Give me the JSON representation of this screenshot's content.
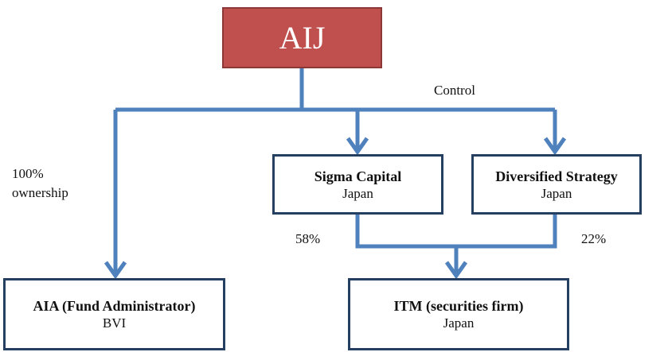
{
  "diagram": {
    "root": {
      "title": "AIJ"
    },
    "nodes": {
      "sigma": {
        "title": "Sigma Capital",
        "sub": "Japan"
      },
      "diversified": {
        "title": "Diversified Strategy",
        "sub": "Japan"
      },
      "aia": {
        "title": "AIA (Fund Administrator)",
        "sub": "BVI"
      },
      "itm": {
        "title": "ITM (securities firm)",
        "sub": "Japan"
      }
    },
    "labels": {
      "control": "Control",
      "ownership_line1": "100%",
      "ownership_line2": "ownership",
      "sigma_share": "58%",
      "diversified_share": "22%"
    },
    "colors": {
      "connector": "#4f81bd",
      "root_fill": "#c0504d",
      "box_border": "#243f60"
    }
  }
}
